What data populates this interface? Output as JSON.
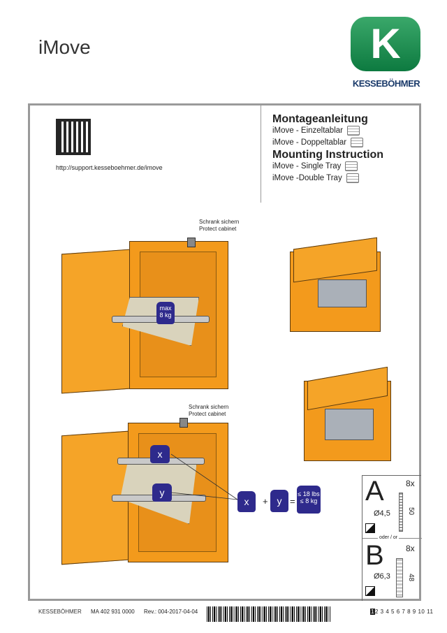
{
  "header": {
    "title": "iMove",
    "brand": "KESSEBÖHMER",
    "logo_letter": "K"
  },
  "intro": {
    "url": "http://support.kesseboehmer.de/imove",
    "de_heading": "Montageanleitung",
    "de_items": [
      "iMove - Einzeltablar",
      "iMove - Doppeltablar"
    ],
    "en_heading": "Mounting Instruction",
    "en_items": [
      "iMove - Single Tray",
      "iMove -Double Tray"
    ]
  },
  "callouts": {
    "protect1": [
      "Schrank sichern",
      "Protect cabinet"
    ],
    "protect2": [
      "Schrank sichern",
      "Protect cabinet"
    ],
    "max_label": "max",
    "max_value": "8 kg",
    "x": "x",
    "y": "y",
    "plus": "+",
    "equals": "=",
    "limit_lbs": "≤ 18 lbs",
    "limit_kg": "≤ 8 kg"
  },
  "fasteners": {
    "a_letter": "A",
    "a_qty": "8x",
    "a_diameter": "Ø4,5",
    "a_length": "50",
    "or": "oder / or",
    "b_letter": "B",
    "b_qty": "8x",
    "b_diameter": "Ø6,3",
    "b_length": "48"
  },
  "footer": {
    "company": "KESSEBÖHMER",
    "doc_number": "MA 402 931 0000",
    "revision": "Rev.: 004-2017-04-04",
    "pages": [
      "1",
      "2",
      "3",
      "4",
      "5",
      "6",
      "7",
      "8",
      "9",
      "10",
      "11"
    ],
    "current_page": "1"
  },
  "colors": {
    "cabinet": "#f39a1c",
    "weight": "#2e2a8c",
    "logo": "#1a8a4a"
  }
}
